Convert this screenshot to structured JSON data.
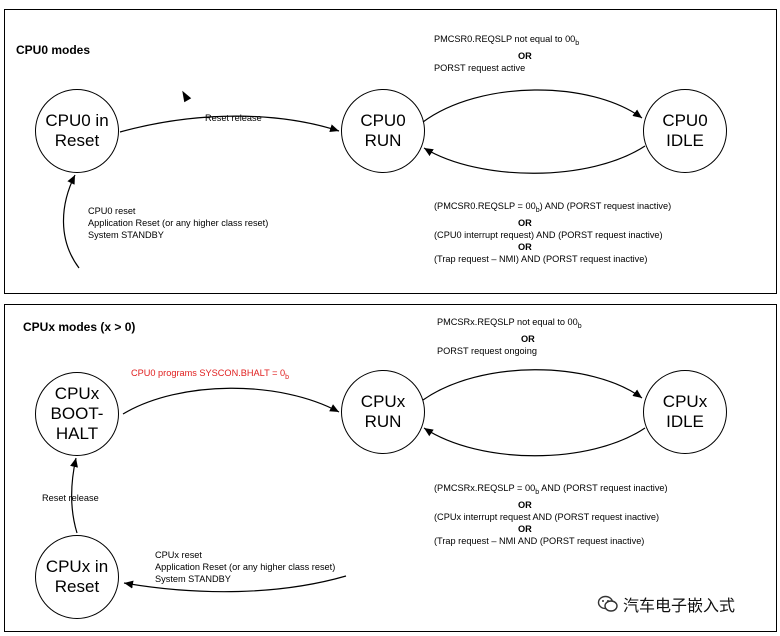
{
  "panel_cpu0": {
    "title": "CPU0 modes",
    "nodes": {
      "reset": [
        "CPU0 in",
        "Reset"
      ],
      "run": [
        "CPU0",
        "RUN"
      ],
      "idle": [
        "CPU0",
        "IDLE"
      ]
    },
    "reset_release_label": "Reset release",
    "top_condition": {
      "line1": "PMCSR0.REQSLP not equal to 00",
      "line1_sub": "b",
      "or": "OR",
      "line2": "PORST request active"
    },
    "bottom_condition": {
      "line1": "(PMCSR0.REQSLP = 00",
      "line1_sub": "b",
      "line1_rest": ") AND (PORST request inactive)",
      "or1": "OR",
      "line2": "(CPU0 interrupt request) AND (PORST request inactive)",
      "or2": "OR",
      "line3": "(Trap  request – NMI) AND (PORST request inactive)"
    },
    "reset_sources": [
      "CPU0 reset",
      "Application Reset (or any higher class reset)",
      "System STANDBY"
    ]
  },
  "panel_cpux": {
    "title": "CPUx modes  (x > 0)",
    "nodes": {
      "boothalt": [
        "CPUx",
        "BOOT-",
        "HALT"
      ],
      "run": [
        "CPUx",
        "RUN"
      ],
      "idle": [
        "CPUx",
        "IDLE"
      ],
      "reset": [
        "CPUx in",
        "Reset"
      ]
    },
    "boothalt_label": "CPU0 programs SYSCON.BHALT = 0",
    "boothalt_label_sub": "b",
    "reset_release_label": "Reset release",
    "top_condition": {
      "line1": "PMCSRx.REQSLP not equal to 00",
      "line1_sub": "b",
      "or": "OR",
      "line2": "PORST request ongoing"
    },
    "bottom_condition": {
      "line1": "(PMCSRx.REQSLP = 00",
      "line1_sub": "b",
      "line1_rest": " AND (PORST request inactive)",
      "or1": "OR",
      "line2": "(CPUx interrupt request  AND (PORST request inactive)",
      "or2": "OR",
      "line3": "(Trap request – NMI  AND (PORST request inactive)"
    },
    "reset_sources": [
      "CPUx reset",
      "Application Reset (or any higher class reset)",
      "System STANDBY"
    ]
  },
  "watermark": {
    "text": "汽车电子嵌入式",
    "icon": "wechat-icon"
  },
  "colors": {
    "highlight": "#e02020"
  }
}
